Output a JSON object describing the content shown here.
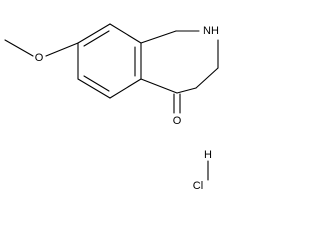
{
  "molecule": {
    "atoms": {
      "ring_nitrogen": "NH",
      "ether_oxygen": "O",
      "ketone_oxygen": "O",
      "hydrogen": "H",
      "chlorine": "Cl"
    },
    "colors": {
      "bond": "#000000",
      "text": "#000000",
      "background": "#ffffff"
    }
  }
}
